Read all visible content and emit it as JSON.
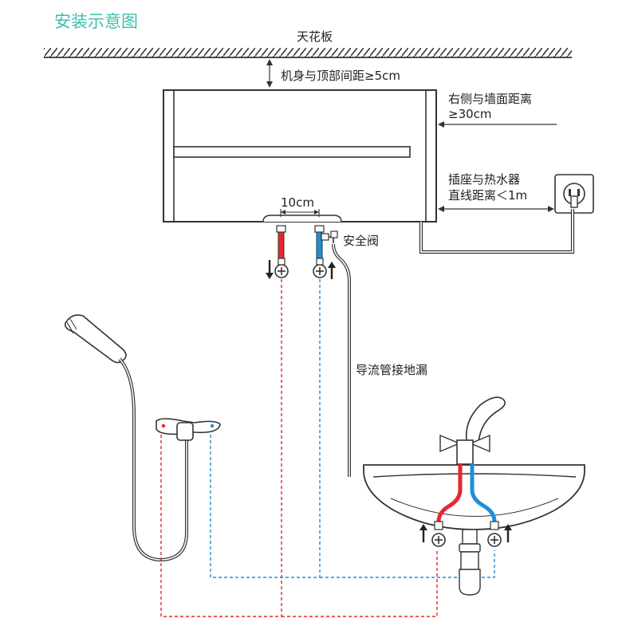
{
  "title": "安装示意图",
  "labels": {
    "ceiling": "天花板",
    "top_clearance": "机身与顶部间距≥5cm",
    "side_clearance_line1": "右侧与墙面距离",
    "side_clearance_line2": "≥30cm",
    "outlet_distance_line1": "插座与热水器",
    "outlet_distance_line2": "直线距离＜1m",
    "pipe_spacing": "10cm",
    "safety_valve": "安全阀",
    "drain_pipe": "导流管接地漏"
  },
  "colors": {
    "title": "#3bbfb0",
    "line": "#333333",
    "hot": "#e8262d",
    "cold": "#1e8fd6"
  }
}
